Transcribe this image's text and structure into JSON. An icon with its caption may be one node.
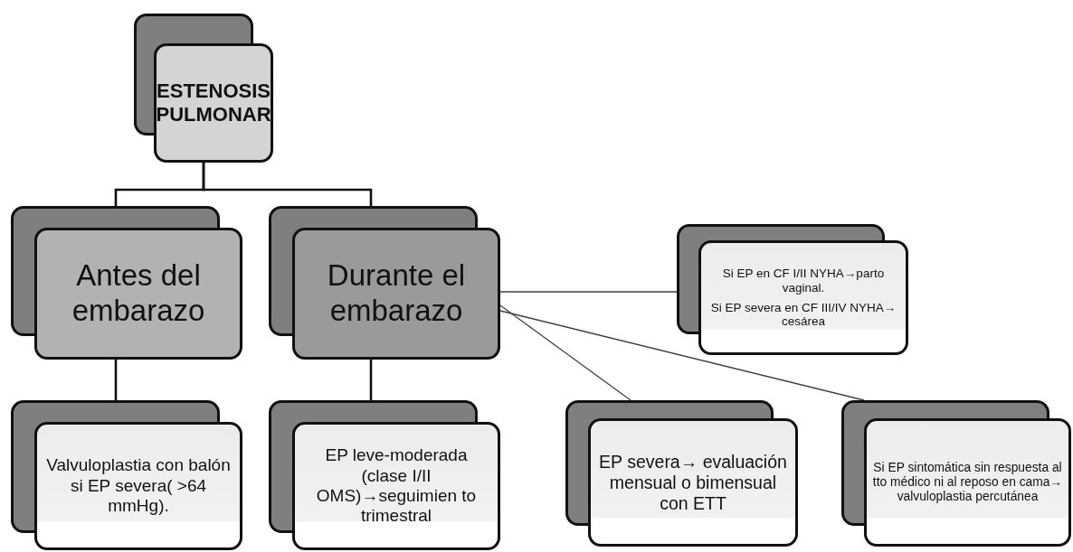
{
  "diagram": {
    "nodes": [
      {
        "text": [
          "ESTENOSIS PULMONAR"
        ]
      },
      {
        "text": [
          "Antes del embarazo"
        ]
      },
      {
        "text": [
          "Durante el embarazo"
        ]
      },
      {
        "text": [
          "Si EP en CF I/II NYHA→parto vaginal.",
          "Si EP severa en CF III/IV NYHA→ cesárea"
        ]
      },
      {
        "text": [
          "Valvuloplastia con balón si EP severa( >64 mmHg)."
        ]
      },
      {
        "text": [
          "EP leve-moderada (clase I/II OMS)→seguimien to trimestral"
        ]
      },
      {
        "text": [
          "EP severa→ evaluación mensual o bimensual con ETT"
        ]
      },
      {
        "text": [
          "Si EP sintomática sin respuesta al tto médico ni al reposo en cama→ valvuloplastia percutánea"
        ]
      }
    ],
    "edges": [
      {
        "from": 0,
        "to": 1,
        "arrow": "none"
      },
      {
        "from": 0,
        "to": 2,
        "arrow": "none"
      },
      {
        "from": 1,
        "to": 4,
        "arrow": "none"
      },
      {
        "from": 2,
        "to": 5,
        "arrow": "none"
      },
      {
        "from": 2,
        "to": 3,
        "arrow": "none",
        "color": "#404040"
      },
      {
        "from": 2,
        "to": 6,
        "arrow": "none",
        "color": "#404040"
      },
      {
        "from": 2,
        "to": 7,
        "arrow": "none",
        "color": "#404040"
      }
    ]
  }
}
